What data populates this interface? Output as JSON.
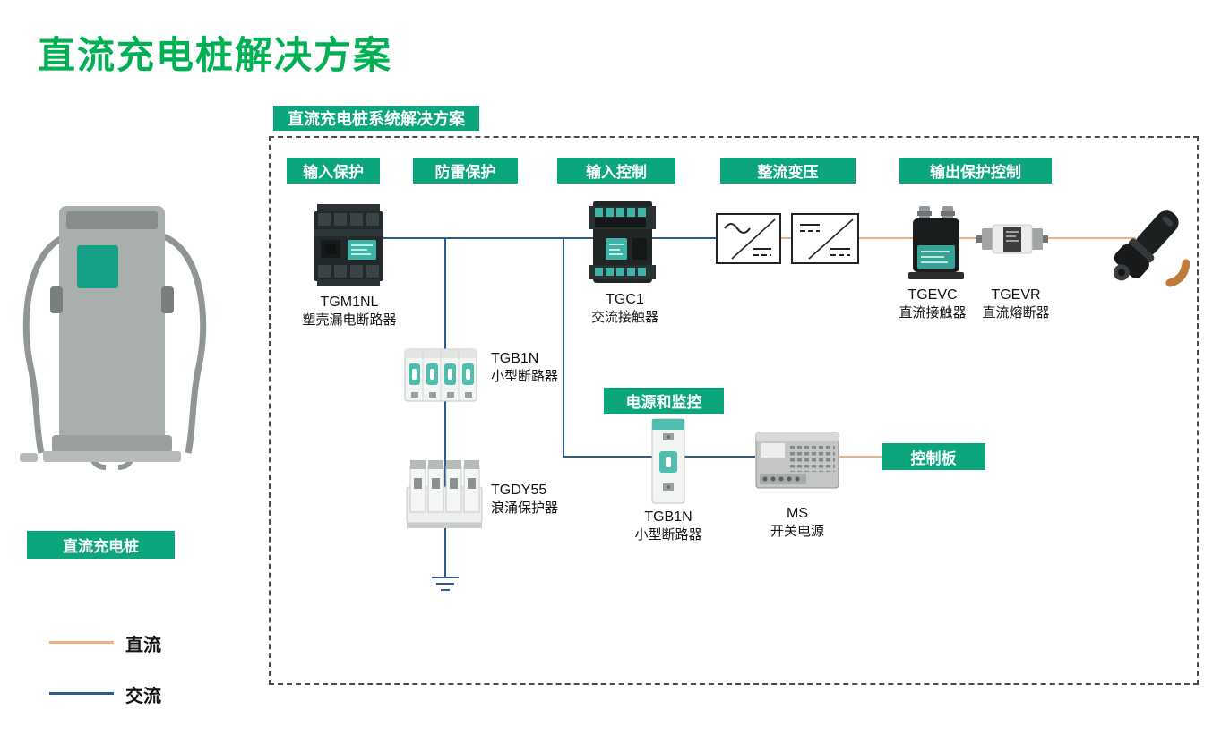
{
  "header": {
    "title": "直流充电桩解决方案",
    "diagram_badge": "直流充电桩系统解决方案"
  },
  "stages": {
    "input_protection": "输入保护",
    "surge_protection": "防雷保护",
    "input_control": "输入控制",
    "rectify_transform": "整流变压",
    "output_protection_control": "输出保护控制",
    "power_and_monitoring": "电源和监控",
    "control_board": "控制板"
  },
  "components": {
    "tgm1nl": {
      "name": "TGM1NL",
      "desc": "塑壳漏电断路器"
    },
    "tgb1n_top": {
      "name": "TGB1N",
      "desc": "小型断路器"
    },
    "tgdy55": {
      "name": "TGDY55",
      "desc": "浪涌保护器"
    },
    "tgc1": {
      "name": "TGC1",
      "desc": "交流接触器"
    },
    "tgevc": {
      "name": "TGEVC",
      "desc": "直流接触器"
    },
    "tgevr": {
      "name": "TGEVR",
      "desc": "直流熔断器"
    },
    "tgb1n_bottom": {
      "name": "TGB1N",
      "desc": "小型断路器"
    },
    "ms": {
      "name": "MS",
      "desc": "开关电源"
    }
  },
  "sidebar": {
    "pile_label": "直流充电桩"
  },
  "legend": {
    "dc_label": "直流",
    "ac_label": "交流"
  },
  "colors": {
    "title_green": "#00B052",
    "badge_green": "#0BA57E",
    "ac_blue": "#2E5A8C",
    "dc_orange": "#EFAF7E",
    "accent_teal": "#3FB3A5"
  }
}
